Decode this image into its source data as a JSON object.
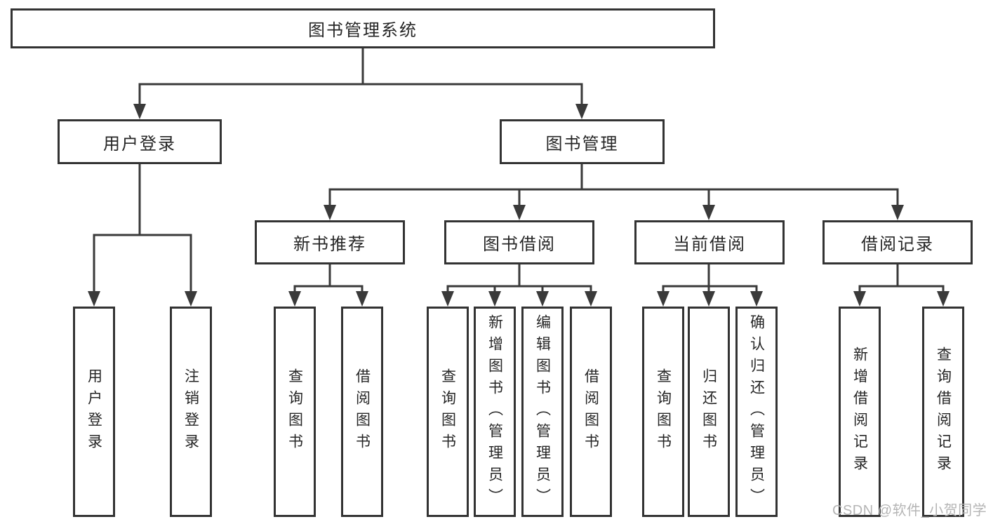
{
  "tree": {
    "label": "图书管理系统",
    "children": [
      {
        "label": "用户登录",
        "children": [
          {
            "label": "用户登录"
          },
          {
            "label": "注销登录"
          }
        ]
      },
      {
        "label": "图书管理",
        "children": [
          {
            "label": "新书推荐",
            "children": [
              {
                "label": "查询图书"
              },
              {
                "label": "借阅图书"
              }
            ]
          },
          {
            "label": "图书借阅",
            "children": [
              {
                "label": "查询图书"
              },
              {
                "label": "新增图书（管理员）"
              },
              {
                "label": "编辑图书（管理员）"
              },
              {
                "label": "借阅图书"
              }
            ]
          },
          {
            "label": "当前借阅",
            "children": [
              {
                "label": "查询图书"
              },
              {
                "label": "归还图书"
              },
              {
                "label": "确认归还（管理员）"
              }
            ]
          },
          {
            "label": "借阅记录",
            "children": [
              {
                "label": "新增借阅记录"
              },
              {
                "label": "查询借阅记录"
              }
            ]
          }
        ]
      }
    ]
  },
  "watermark": "CSDN @软件_小贺同学",
  "colors": {
    "line": "#3a3a3a",
    "box_border": "#333333",
    "box_fill": "#ffffff",
    "text": "#262626",
    "watermark": "#b5b5b5"
  }
}
